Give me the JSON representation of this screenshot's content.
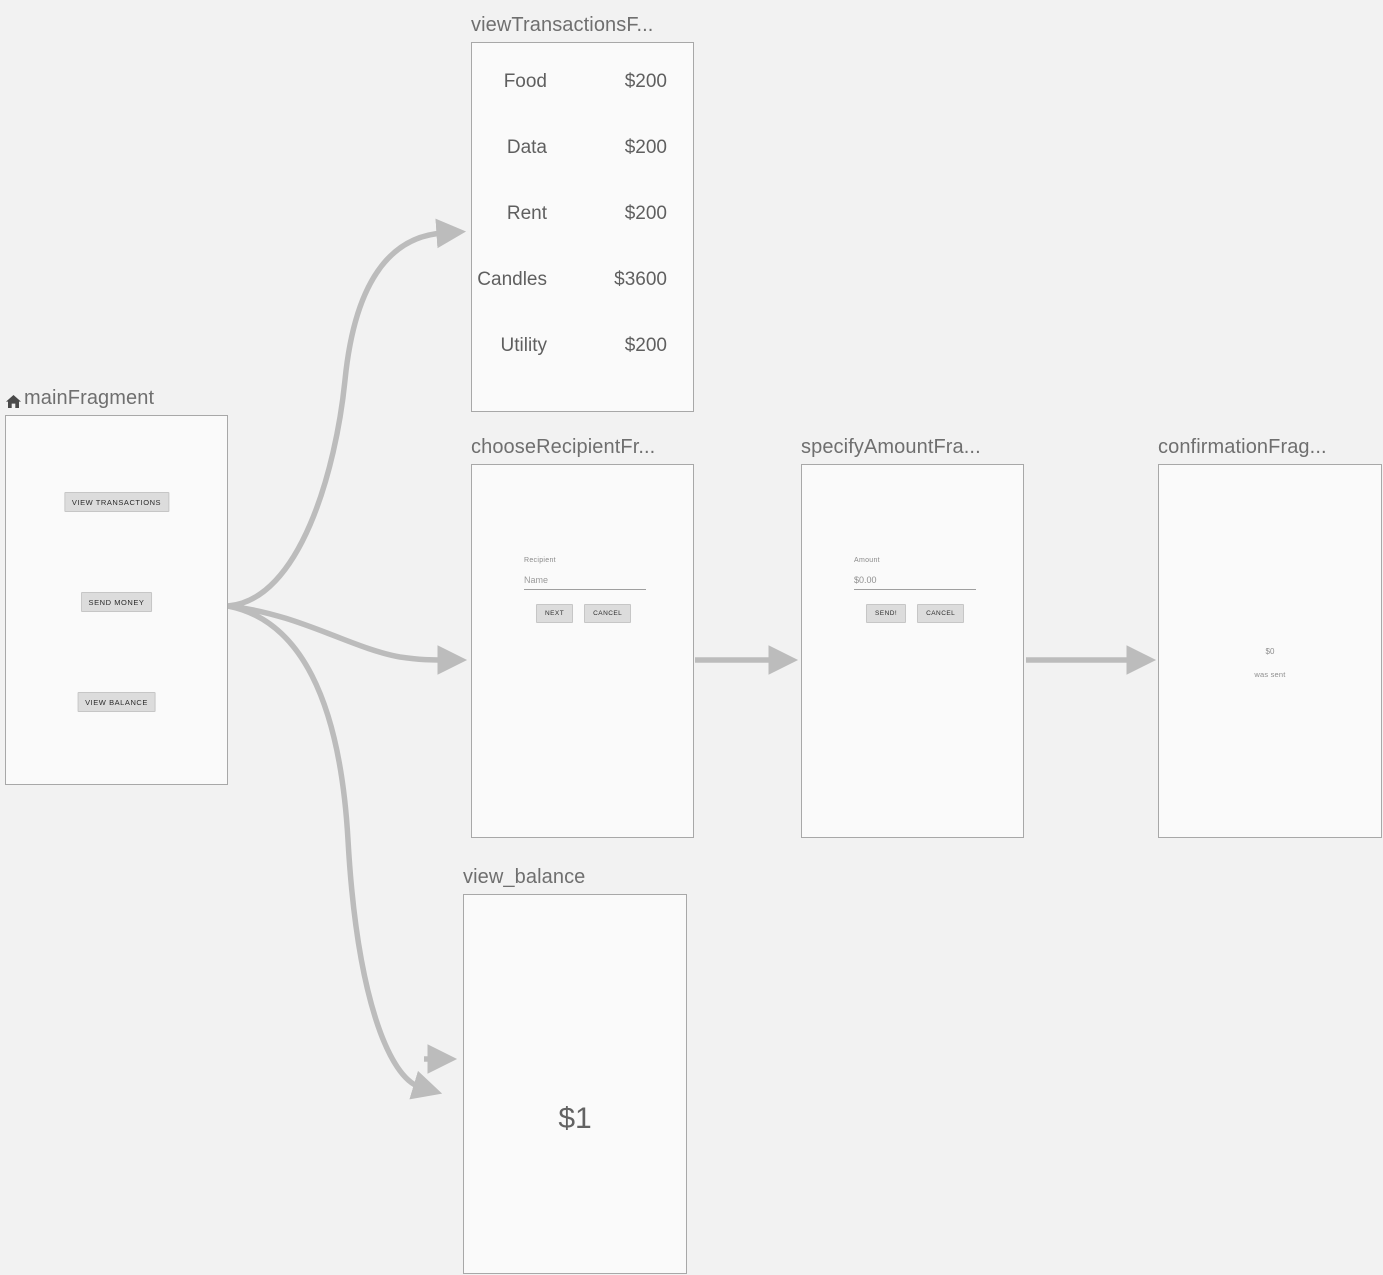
{
  "theme": {
    "page_bg": "#f2f2f2",
    "card_bg": "#fafafa",
    "card_border": "#a8a8a8",
    "edge_color": "#bcbcbc",
    "title_color": "#6f6f6f",
    "text_color": "#5f5f5f"
  },
  "nodes": {
    "main": {
      "title": "mainFragment",
      "icon": "home-icon",
      "buttons": [
        {
          "label": "VIEW TRANSACTIONS"
        },
        {
          "label": "SEND MONEY"
        },
        {
          "label": "VIEW BALANCE"
        }
      ]
    },
    "transactions": {
      "title": "viewTransactionsF...",
      "rows": [
        {
          "label": "Food",
          "amount": "$200"
        },
        {
          "label": "Data",
          "amount": "$200"
        },
        {
          "label": "Rent",
          "amount": "$200"
        },
        {
          "label": "Candles",
          "amount": "$3600"
        },
        {
          "label": "Utility",
          "amount": "$200"
        }
      ]
    },
    "recipient": {
      "title": "chooseRecipientFr...",
      "field_label": "Recipient",
      "field_placeholder": "Name",
      "field_value": "",
      "primary_button": "NEXT",
      "secondary_button": "CANCEL"
    },
    "amount": {
      "title": "specifyAmountFra...",
      "field_label": "Amount",
      "field_placeholder": "$0.00",
      "field_value": "$0.00",
      "primary_button": "SEND!",
      "secondary_button": "CANCEL"
    },
    "confirmation": {
      "title": "confirmationFrag...",
      "amount": "$0",
      "message": "was sent"
    },
    "balance": {
      "title": "view_balance",
      "amount": "$1"
    }
  }
}
